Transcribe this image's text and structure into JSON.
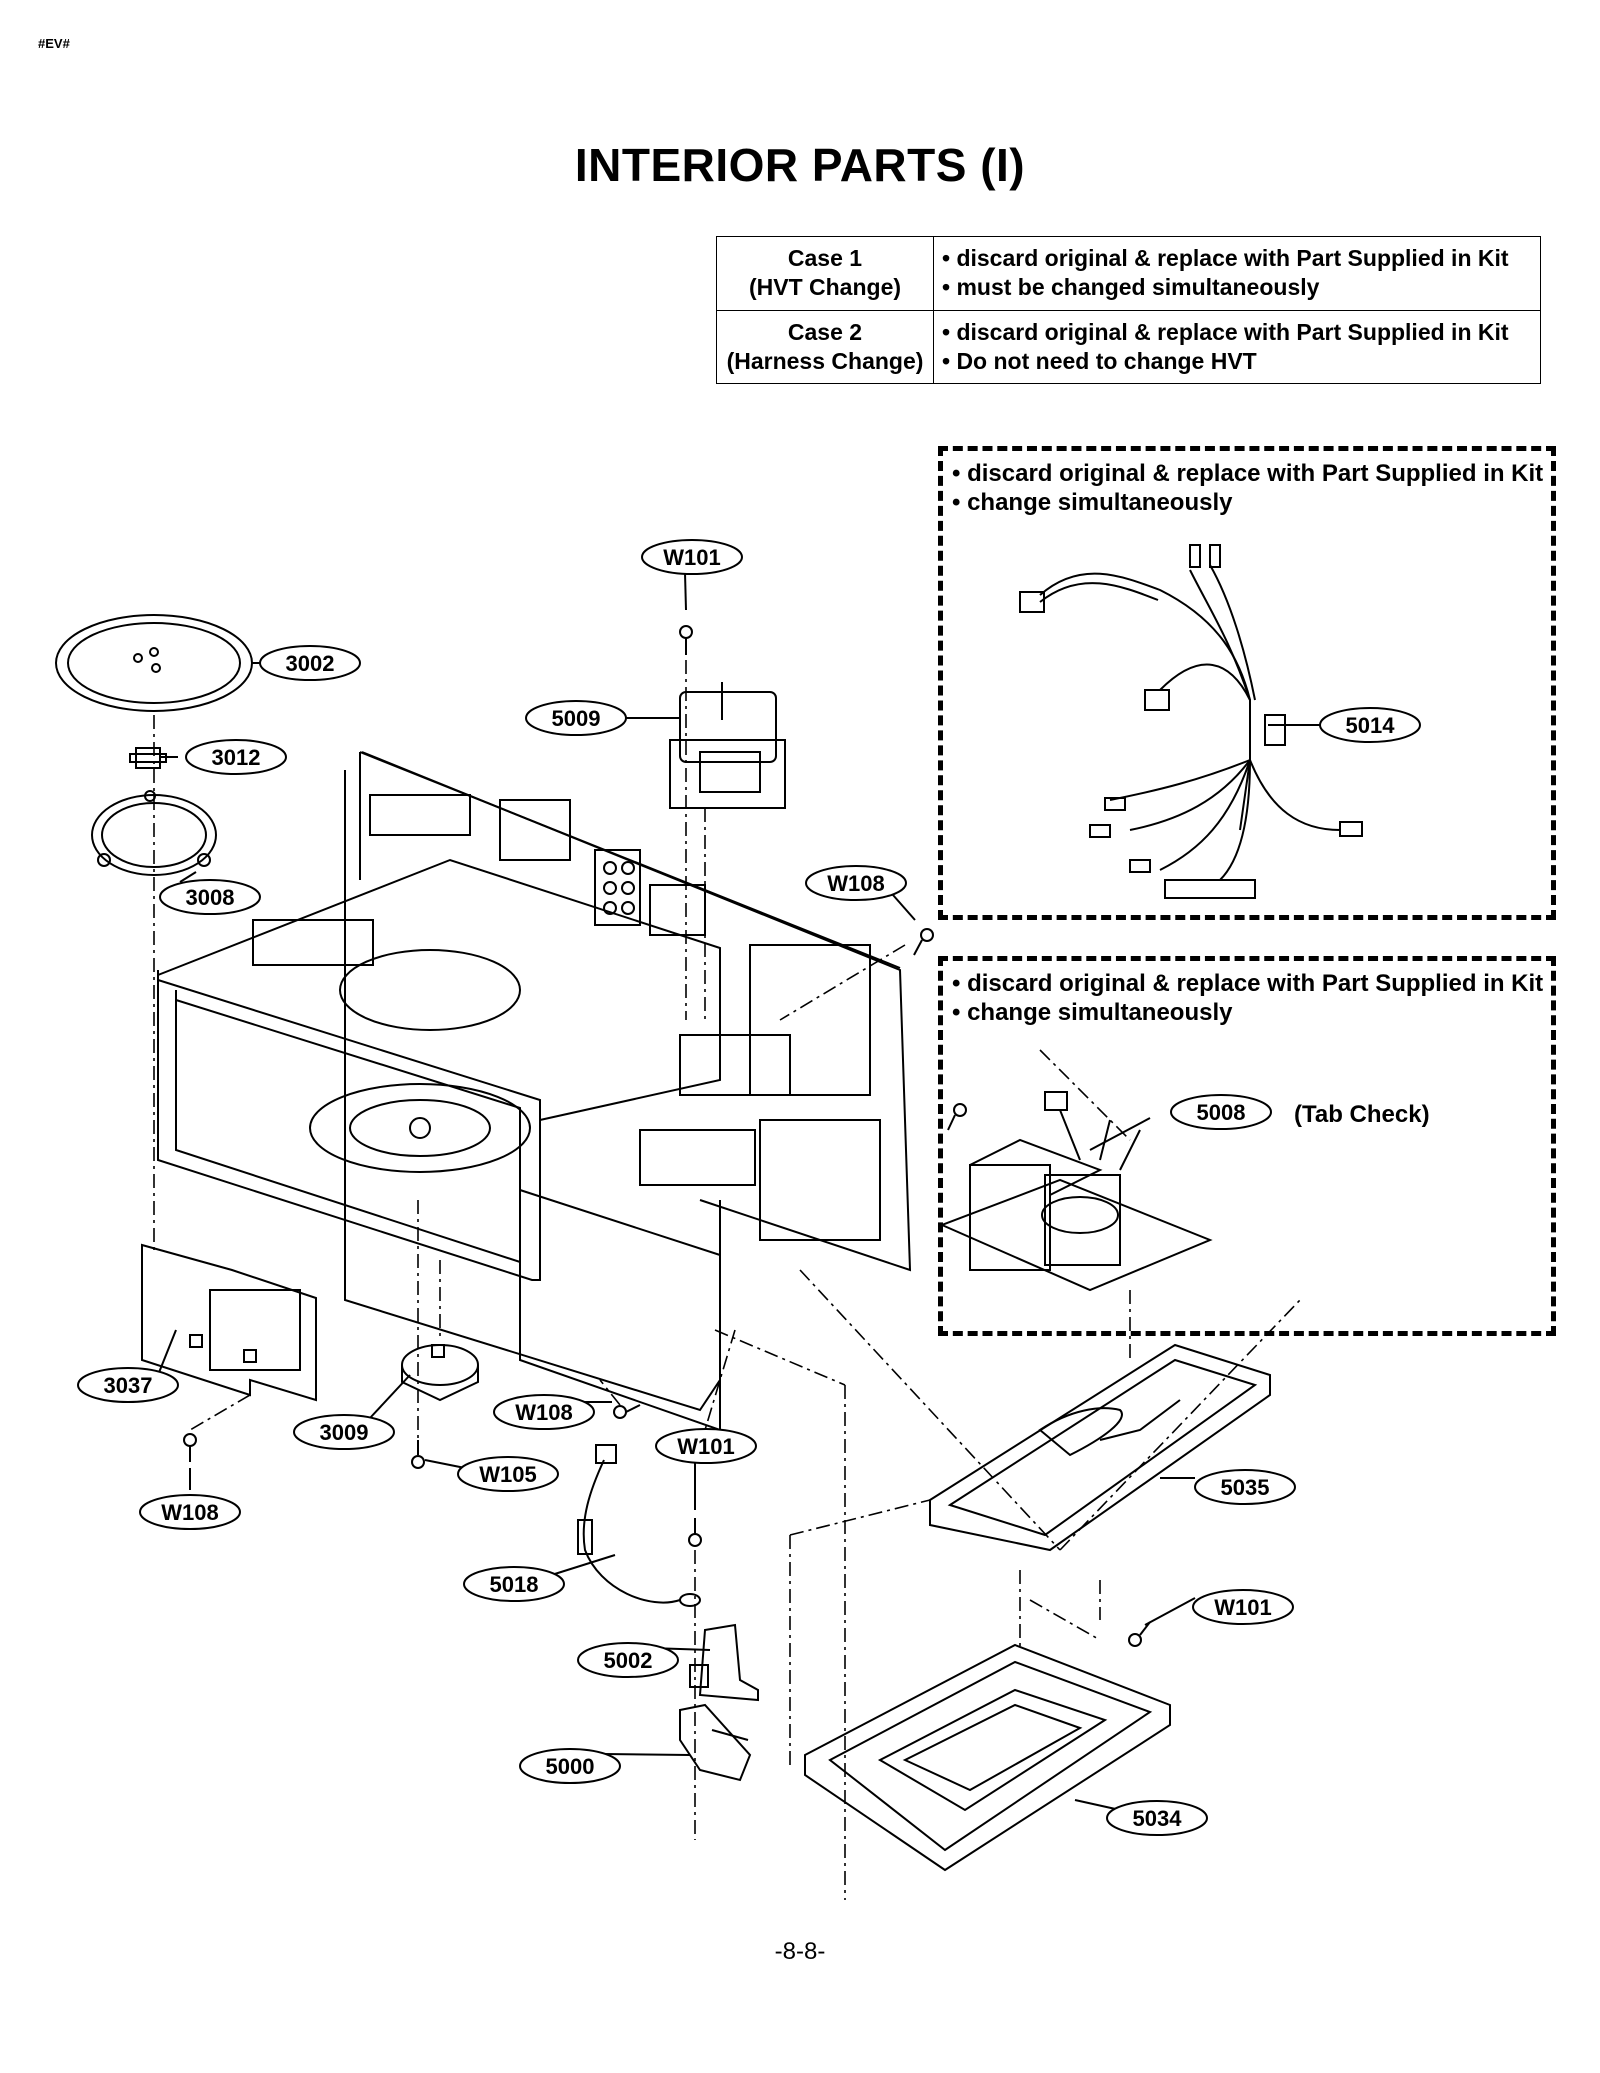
{
  "header_code": "#EV#",
  "title": "INTERIOR PARTS (I)",
  "cases": [
    {
      "name": "Case 1",
      "sub": "(HVT Change)",
      "lines": [
        "• discard original & replace with Part Supplied in Kit",
        "• must be changed simultaneously"
      ]
    },
    {
      "name": "Case 2",
      "sub": "(Harness Change)",
      "lines": [
        "• discard original & replace with Part Supplied in Kit",
        "• Do not need to change HVT"
      ]
    }
  ],
  "boxes": [
    {
      "lines": [
        "• discard original & replace with Part Supplied in Kit",
        "• change simultaneously"
      ]
    },
    {
      "lines": [
        "• discard original & replace with Part Supplied in Kit",
        "• change simultaneously"
      ]
    }
  ],
  "tab_check": "(Tab Check)",
  "labels": [
    "3002",
    "3012",
    "3008",
    "W101",
    "5009",
    "W108",
    "5014",
    "5008",
    "3037",
    "3009",
    "W108",
    "W105",
    "W108",
    "W101",
    "5018",
    "5002",
    "5000",
    "5035",
    "W101",
    "5034"
  ],
  "page_number": "-8-8-"
}
